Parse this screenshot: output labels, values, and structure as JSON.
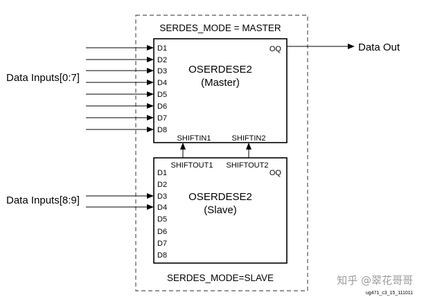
{
  "outer": {
    "top_label": "SERDES_MODE = MASTER",
    "bottom_label": "SERDES_MODE=SLAVE"
  },
  "master": {
    "name": "OSERDESE2",
    "role": "(Master)",
    "output_port": "OQ",
    "ports": [
      "D1",
      "D2",
      "D3",
      "D4",
      "D5",
      "D6",
      "D7",
      "D8"
    ],
    "shiftin": [
      "SHIFTIN1",
      "SHIFTIN2"
    ]
  },
  "slave": {
    "name": "OSERDESE2",
    "role": "(Slave)",
    "output_port": "OQ",
    "ports": [
      "D1",
      "D2",
      "D3",
      "D4",
      "D5",
      "D6",
      "D7",
      "D8"
    ],
    "shiftout": [
      "SHIFTOUT1",
      "SHIFTOUT2"
    ]
  },
  "labels": {
    "data_inputs_master": "Data Inputs[0:7]",
    "data_inputs_slave": "Data Inputs[8:9]",
    "data_out": "Data Out"
  },
  "figure_id": "ug471_c3_15_111011",
  "watermark": "知乎 @翠花哥哥"
}
